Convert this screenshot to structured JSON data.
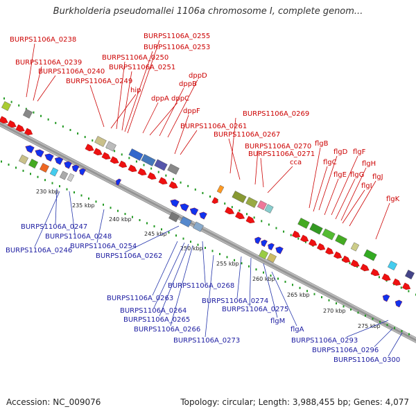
{
  "title": "Burkholderia pseudomallei 1106a chromosome I, complete genom...",
  "footer": {
    "accession": "Accession: NC_009076",
    "stats": "Topology: circular; Length: 3,988,455 bp; Genes: 4,077"
  },
  "colors": {
    "forward_label": "#cc0000",
    "reverse_label": "#1a1aa0",
    "forward_arrow": "#ee1111",
    "reverse_arrow": "#1133ee",
    "leader_forward": "#cc0000",
    "leader_reverse": "#2233aa",
    "tick": "#229922",
    "backbone": "#9a9a9a"
  },
  "ticks": [
    "230 kbp",
    "235 kbp",
    "240 kbp",
    "245 kbp",
    "250 kbp",
    "255 kbp",
    "260 kbp",
    "265 kbp",
    "270 kbp",
    "275 kbp"
  ],
  "forward_labels": [
    "BURPS1106A_0238",
    "BURPS1106A_0255",
    "BURPS1106A_0253",
    "BURPS1106A_0250",
    "BURPS1106A_0239",
    "BURPS1106A_0251",
    "BURPS1106A_0240",
    "BURPS1106A_0249",
    "dppD",
    "hip",
    "dppB",
    "dppA",
    "dppC",
    "dppF",
    "BURPS1106A_0269",
    "BURPS1106A_0261",
    "BURPS1106A_0267",
    "BURPS1106A_0270",
    "BURPS1106A_0271",
    "flgB",
    "cca",
    "flgD",
    "flgF",
    "flgC",
    "flgH",
    "flgE",
    "flgG",
    "flgJ",
    "flgI",
    "flgK"
  ],
  "reverse_labels": [
    "BURPS1106A_0247",
    "BURPS1106A_0248",
    "BURPS1106A_0246",
    "BURPS1106A_0254",
    "BURPS1106A_0262",
    "BURPS1106A_0268",
    "BURPS1106A_0263",
    "BURPS1106A_0274",
    "BURPS1106A_0264",
    "BURPS1106A_0275",
    "BURPS1106A_0265",
    "flgM",
    "BURPS1106A_0266",
    "flgA",
    "BURPS1106A_0273",
    "BURPS1106A_0293",
    "BURPS1106A_0296",
    "BURPS1106A_0300"
  ]
}
